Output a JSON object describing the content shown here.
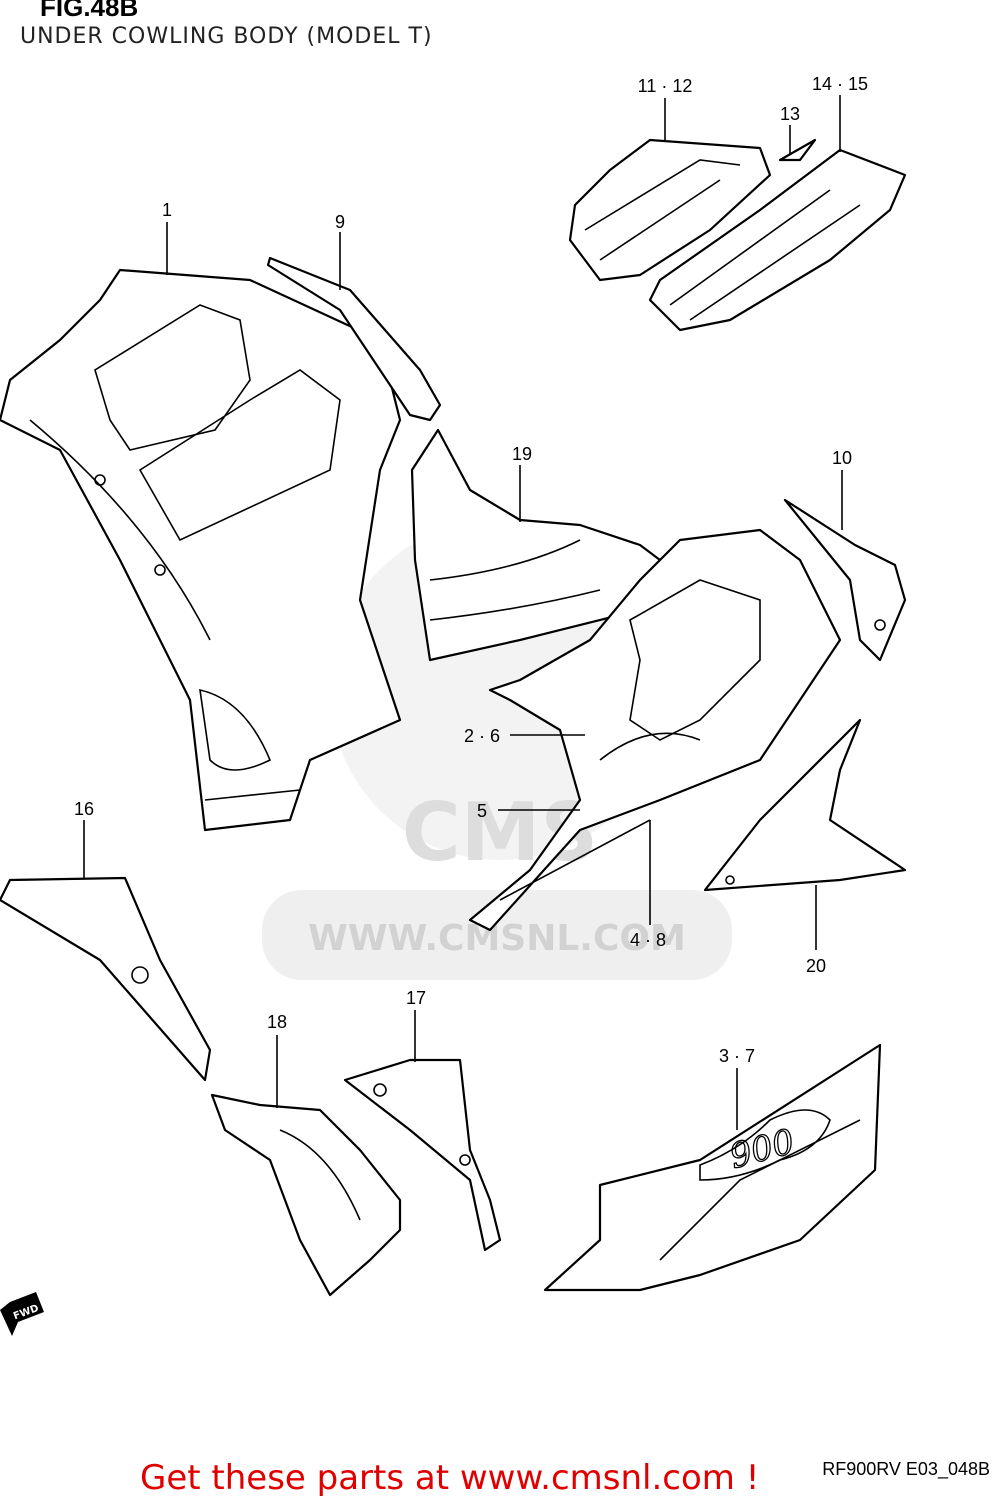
{
  "figure": {
    "title": "FIG.48B",
    "subtitle": "UNDER COWLING BODY (MODEL T)"
  },
  "callouts": {
    "c1": "1",
    "c9": "9",
    "c11_12": "11 · 12",
    "c13": "13",
    "c14_15": "14 · 15",
    "c19": "19",
    "c10": "10",
    "c2_6": "2 · 6",
    "c5": "5",
    "c4_8": "4 · 8",
    "c20": "20",
    "c16": "16",
    "c17": "17",
    "c18": "18",
    "c3_7": "3 · 7"
  },
  "watermark": {
    "brand": "CMS",
    "url": "WWW.CMSNL.COM"
  },
  "fwd_arrow": {
    "label": "FWD"
  },
  "footer": {
    "code": "RF900RV E03_048B",
    "link_text": "Get these parts at www.cmsnl.com !",
    "link_color": "#e00000"
  }
}
